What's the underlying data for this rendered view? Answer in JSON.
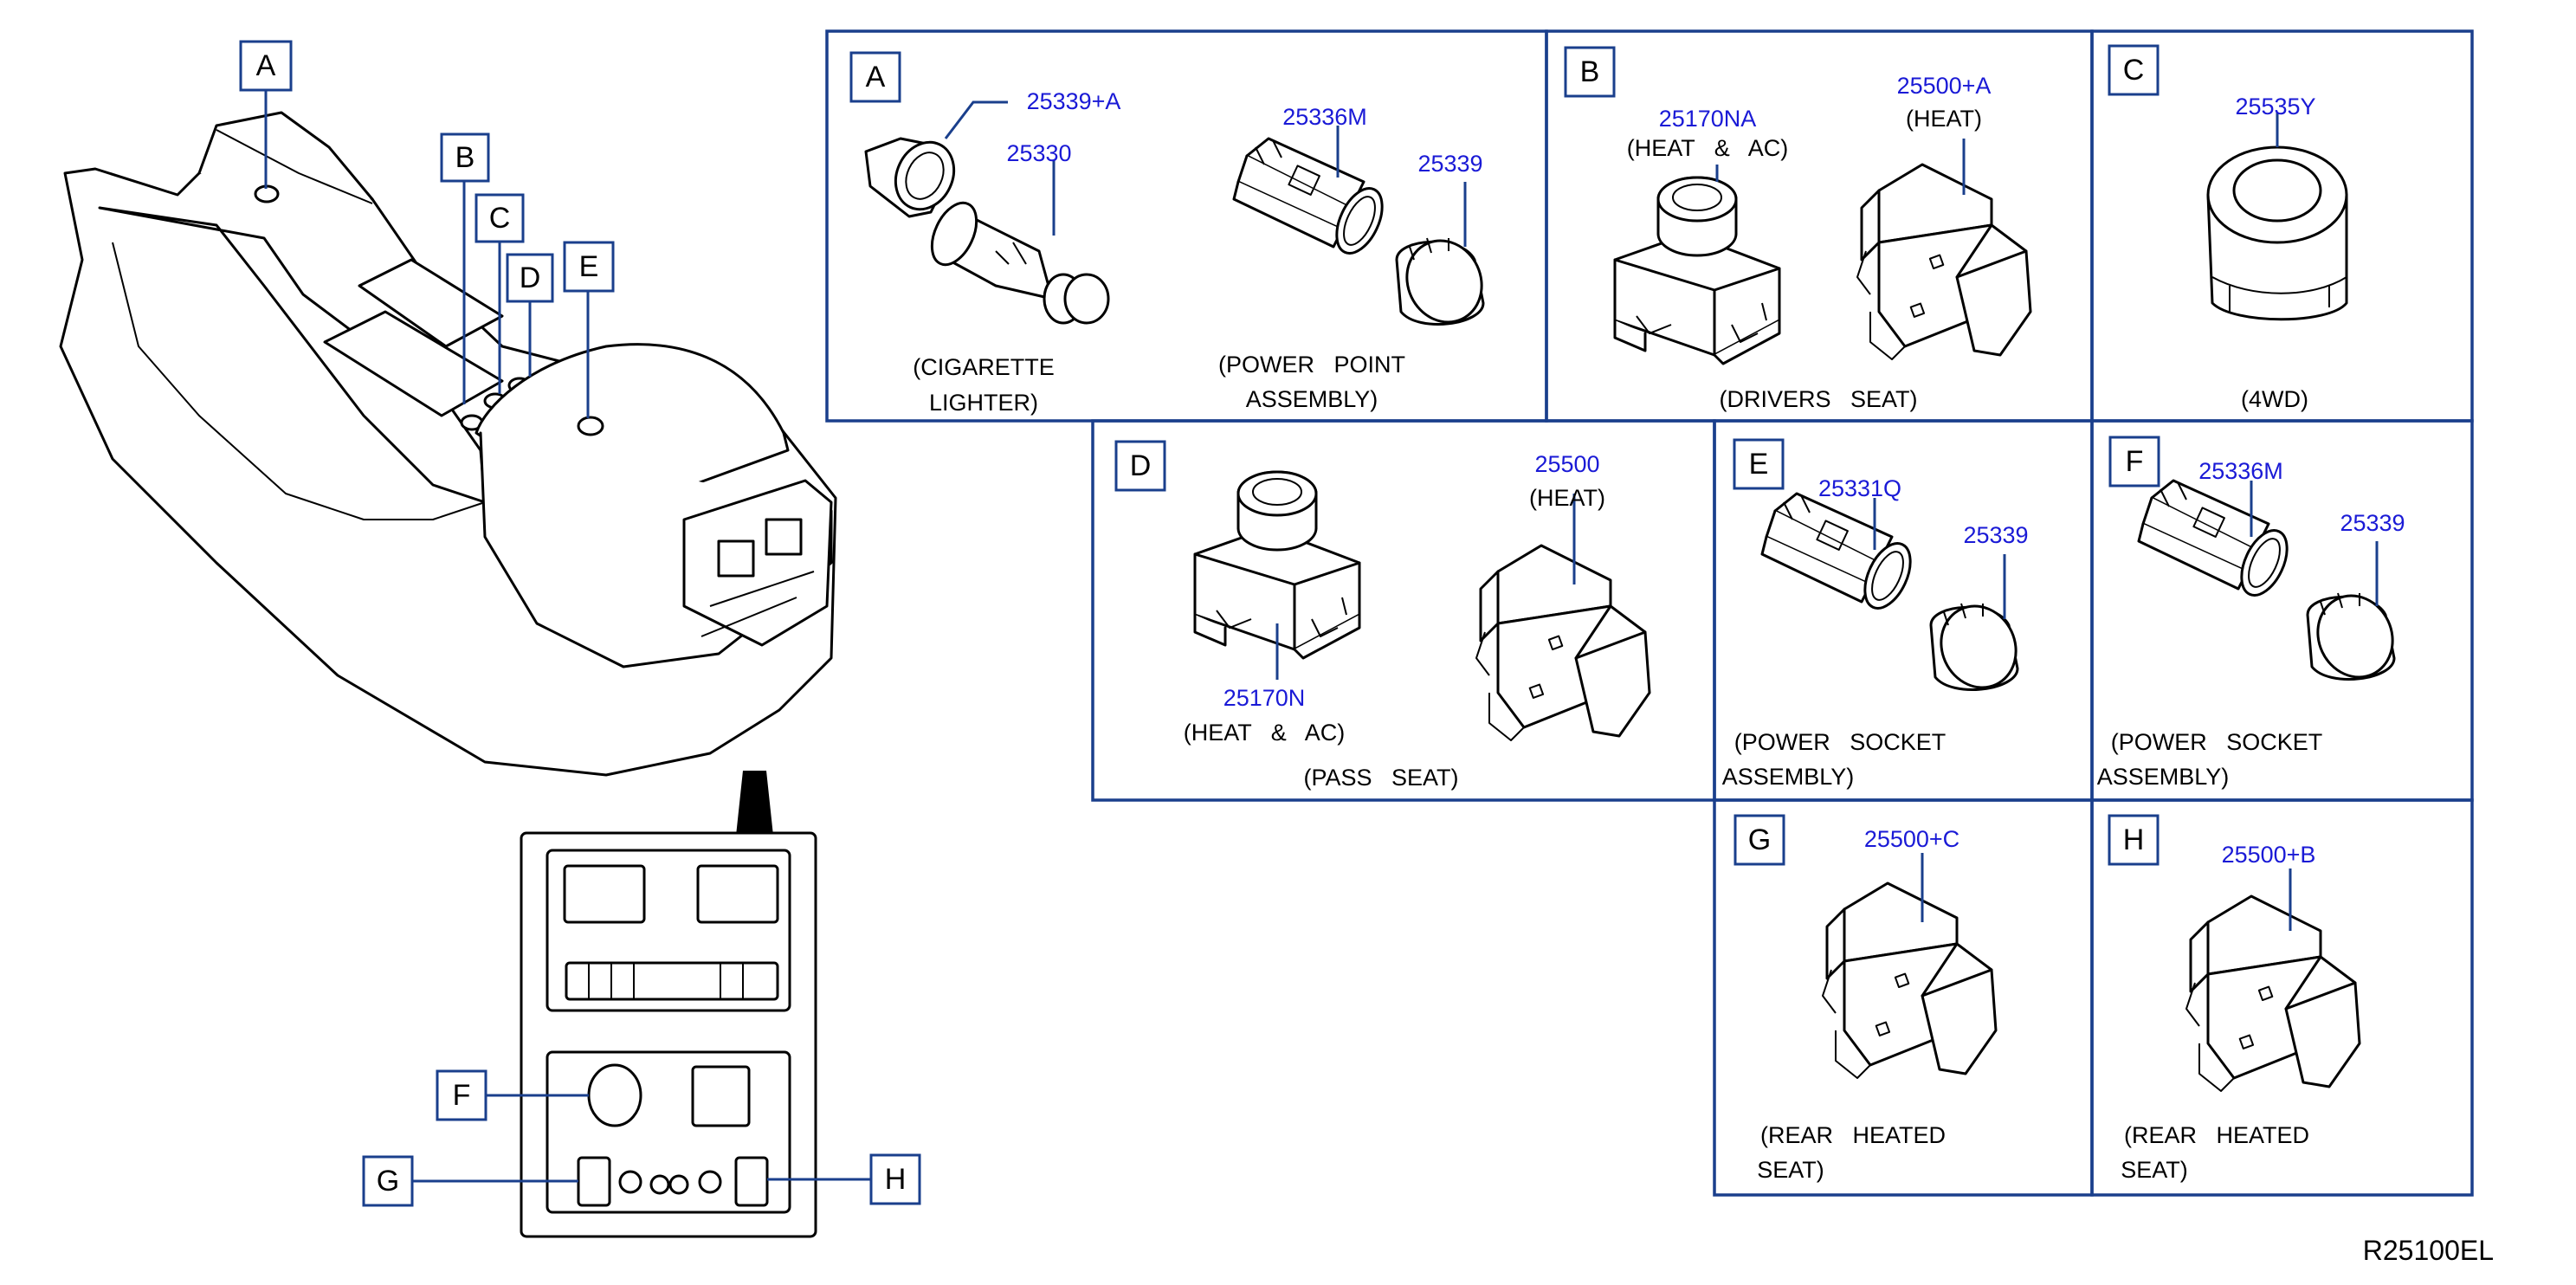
{
  "diagram_code": "R25100EL",
  "console_callouts": {
    "A": "A",
    "B": "B",
    "C": "C",
    "D": "D",
    "E": "E",
    "F": "F",
    "G": "G",
    "H": "H"
  },
  "panels": {
    "A": {
      "letter": "A",
      "parts": [
        "25339+A",
        "25330",
        "25336M",
        "25339"
      ],
      "caption_left_1": "(CIGARETTE",
      "caption_left_2": "LIGHTER)",
      "caption_right_1": "(POWER   POINT",
      "caption_right_2": "ASSEMBLY)"
    },
    "B": {
      "letter": "B",
      "parts": [
        "25170NA",
        "25500+A"
      ],
      "notes": [
        "(HEAT   &   AC)",
        "(HEAT)"
      ],
      "caption": "(DRIVERS   SEAT)"
    },
    "C": {
      "letter": "C",
      "parts": [
        "25535Y"
      ],
      "caption": "(4WD)"
    },
    "D": {
      "letter": "D",
      "parts": [
        "25500",
        "25170N"
      ],
      "notes": [
        "(HEAT)",
        "(HEAT   &   AC)"
      ],
      "caption": "(PASS   SEAT)"
    },
    "E": {
      "letter": "E",
      "parts": [
        "25331Q",
        "25339"
      ],
      "caption_1": "(POWER   SOCKET",
      "caption_2": "ASSEMBLY)"
    },
    "F": {
      "letter": "F",
      "parts": [
        "25336M",
        "25339"
      ],
      "caption_1": "(POWER   SOCKET",
      "caption_2": "ASSEMBLY)"
    },
    "G": {
      "letter": "G",
      "parts": [
        "25500+C"
      ],
      "caption_1": "(REAR   HEATED",
      "caption_2": "SEAT)"
    },
    "H": {
      "letter": "H",
      "parts": [
        "25500+B"
      ],
      "caption_1": "(REAR   HEATED",
      "caption_2": "SEAT)"
    }
  }
}
